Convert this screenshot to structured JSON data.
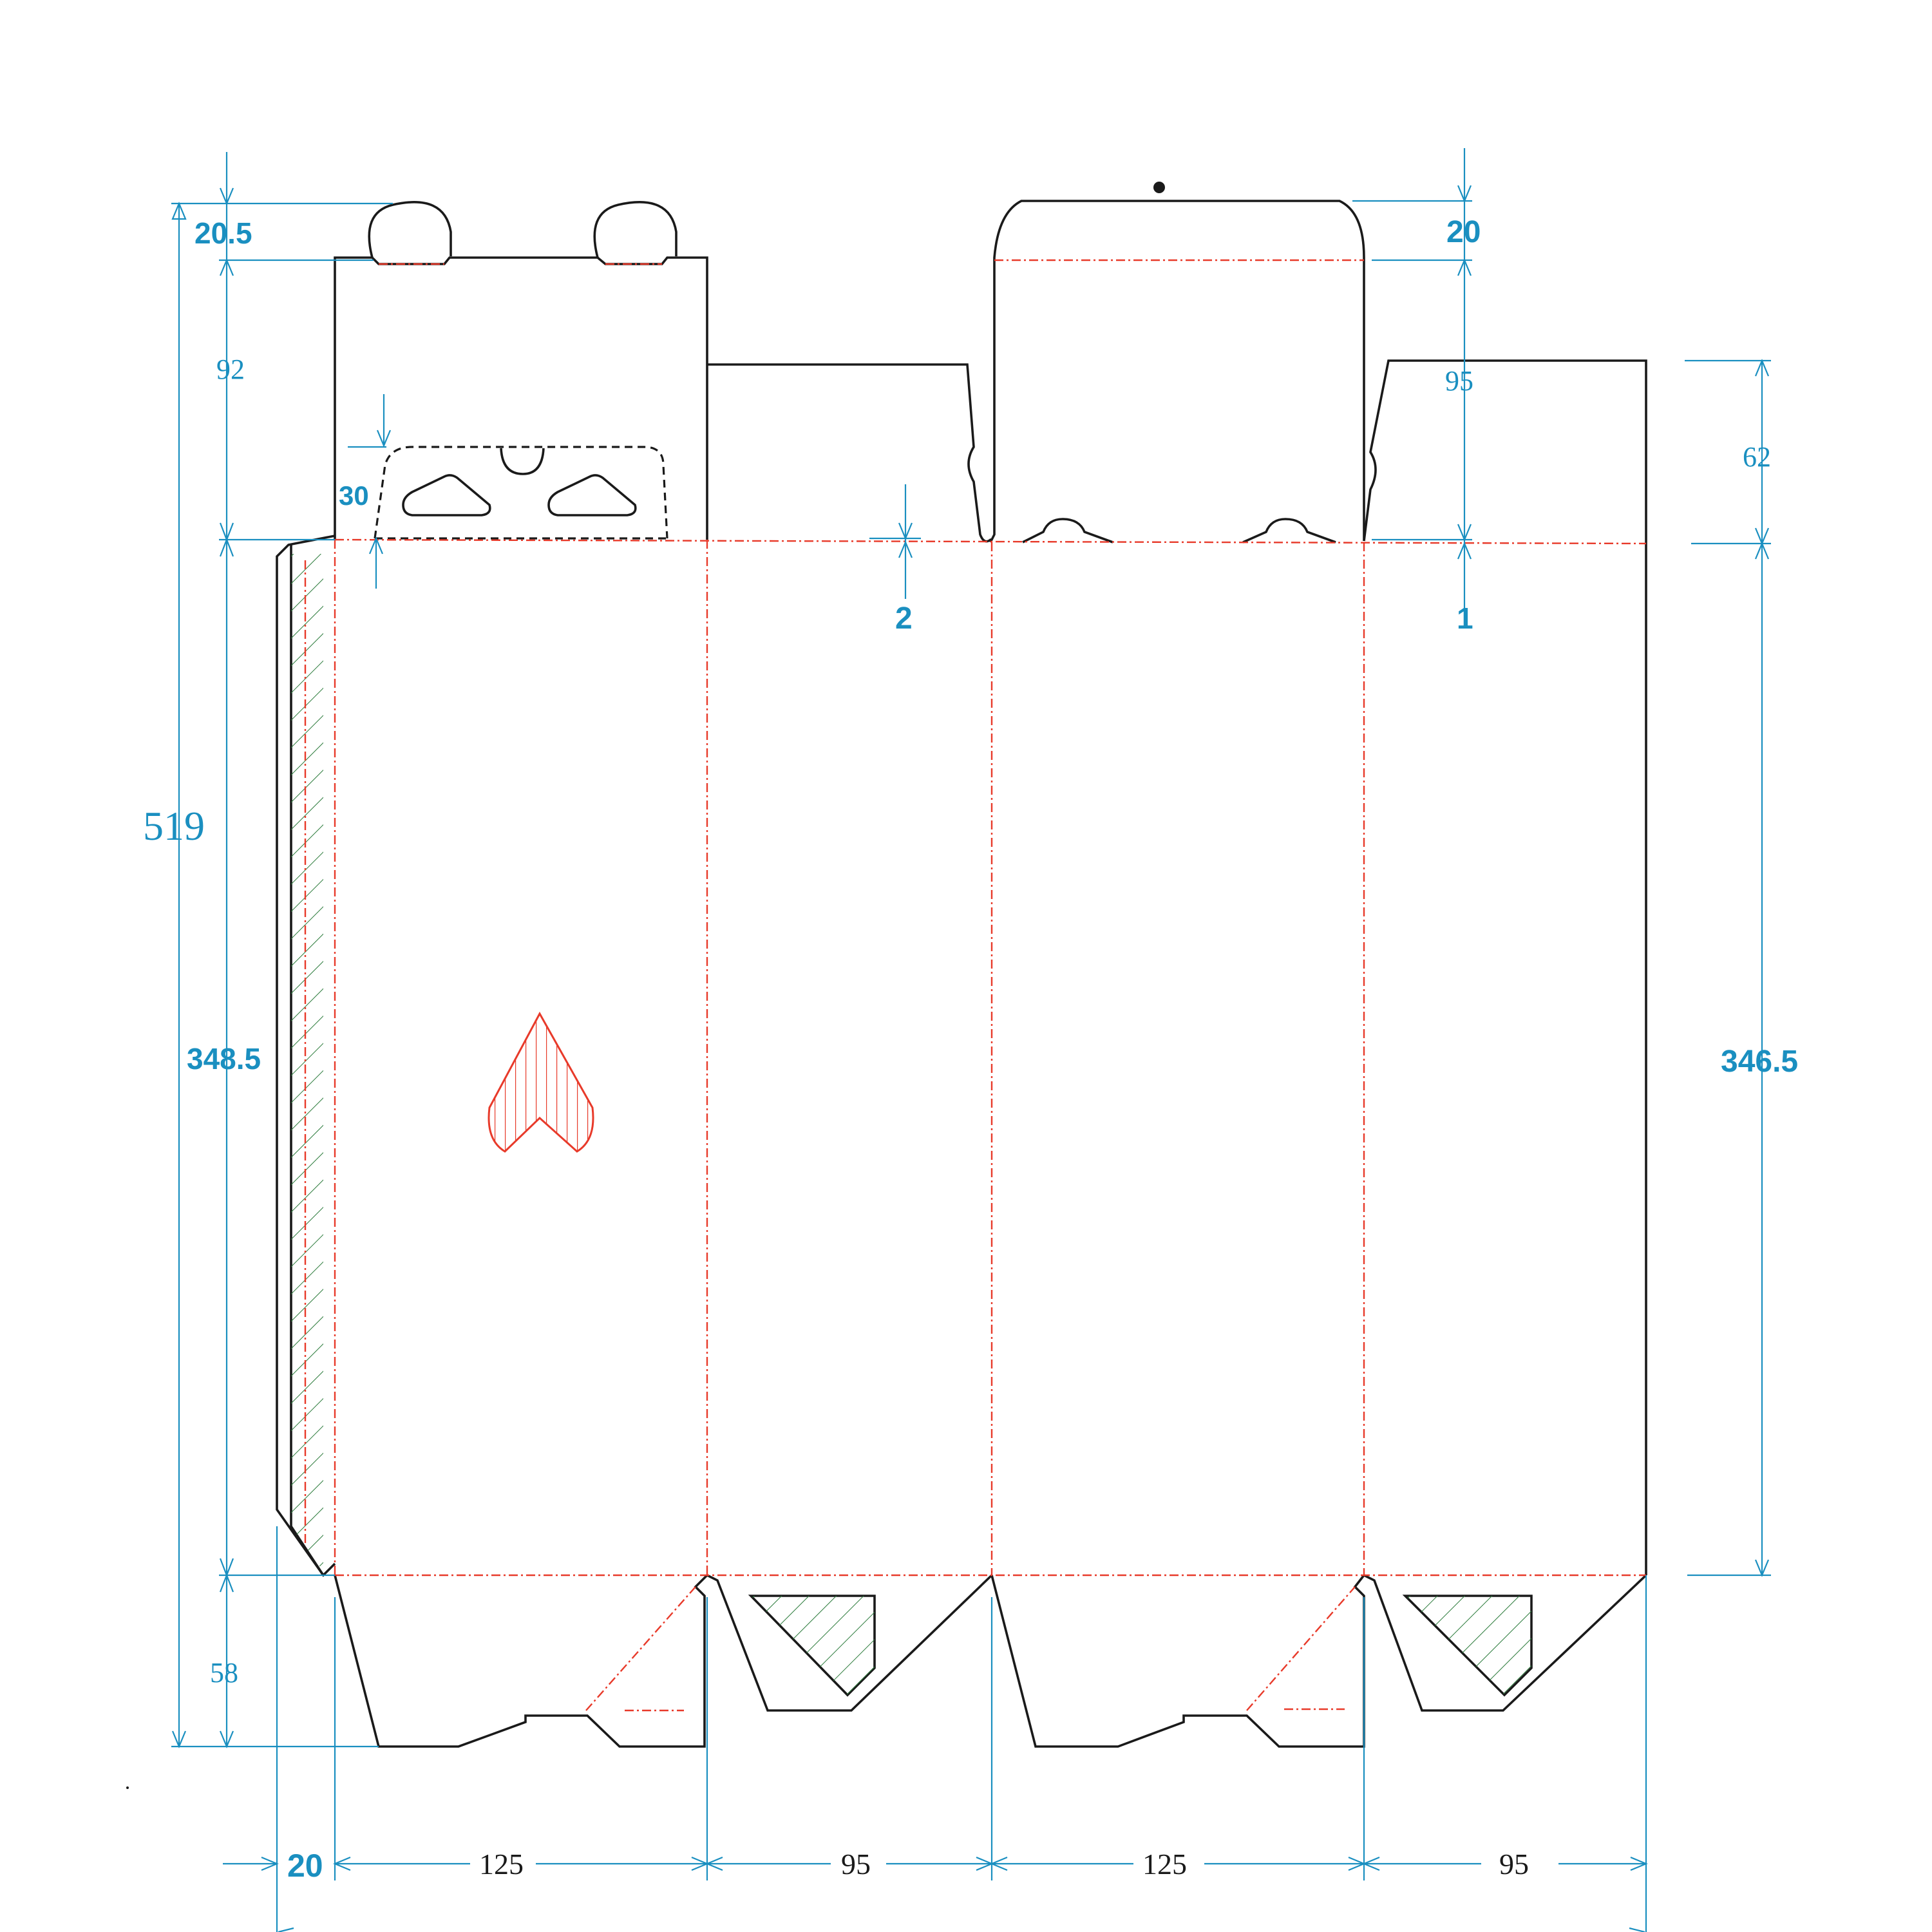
{
  "dimensions": {
    "top_tab_height": "20.5",
    "top_tab_height_right": "20",
    "top_flap_height": "92",
    "right_flap_height": "95",
    "right_side_flap_height": "62",
    "handle_height": "30",
    "offset_2": "2",
    "offset_1": "1",
    "total_height": "519",
    "body_height_left": "348.5",
    "body_height_right": "346.5",
    "bottom_height": "58",
    "glue_width": "20",
    "panel_1_width": "125",
    "panel_2_width": "95",
    "panel_3_width": "125",
    "panel_4_width": "95"
  },
  "colors": {
    "cut_line": "#1a1a1a",
    "crease_line": "#e83a2a",
    "dimension": "#1a8fc0",
    "glue_hatch": "#2a7a3a"
  }
}
